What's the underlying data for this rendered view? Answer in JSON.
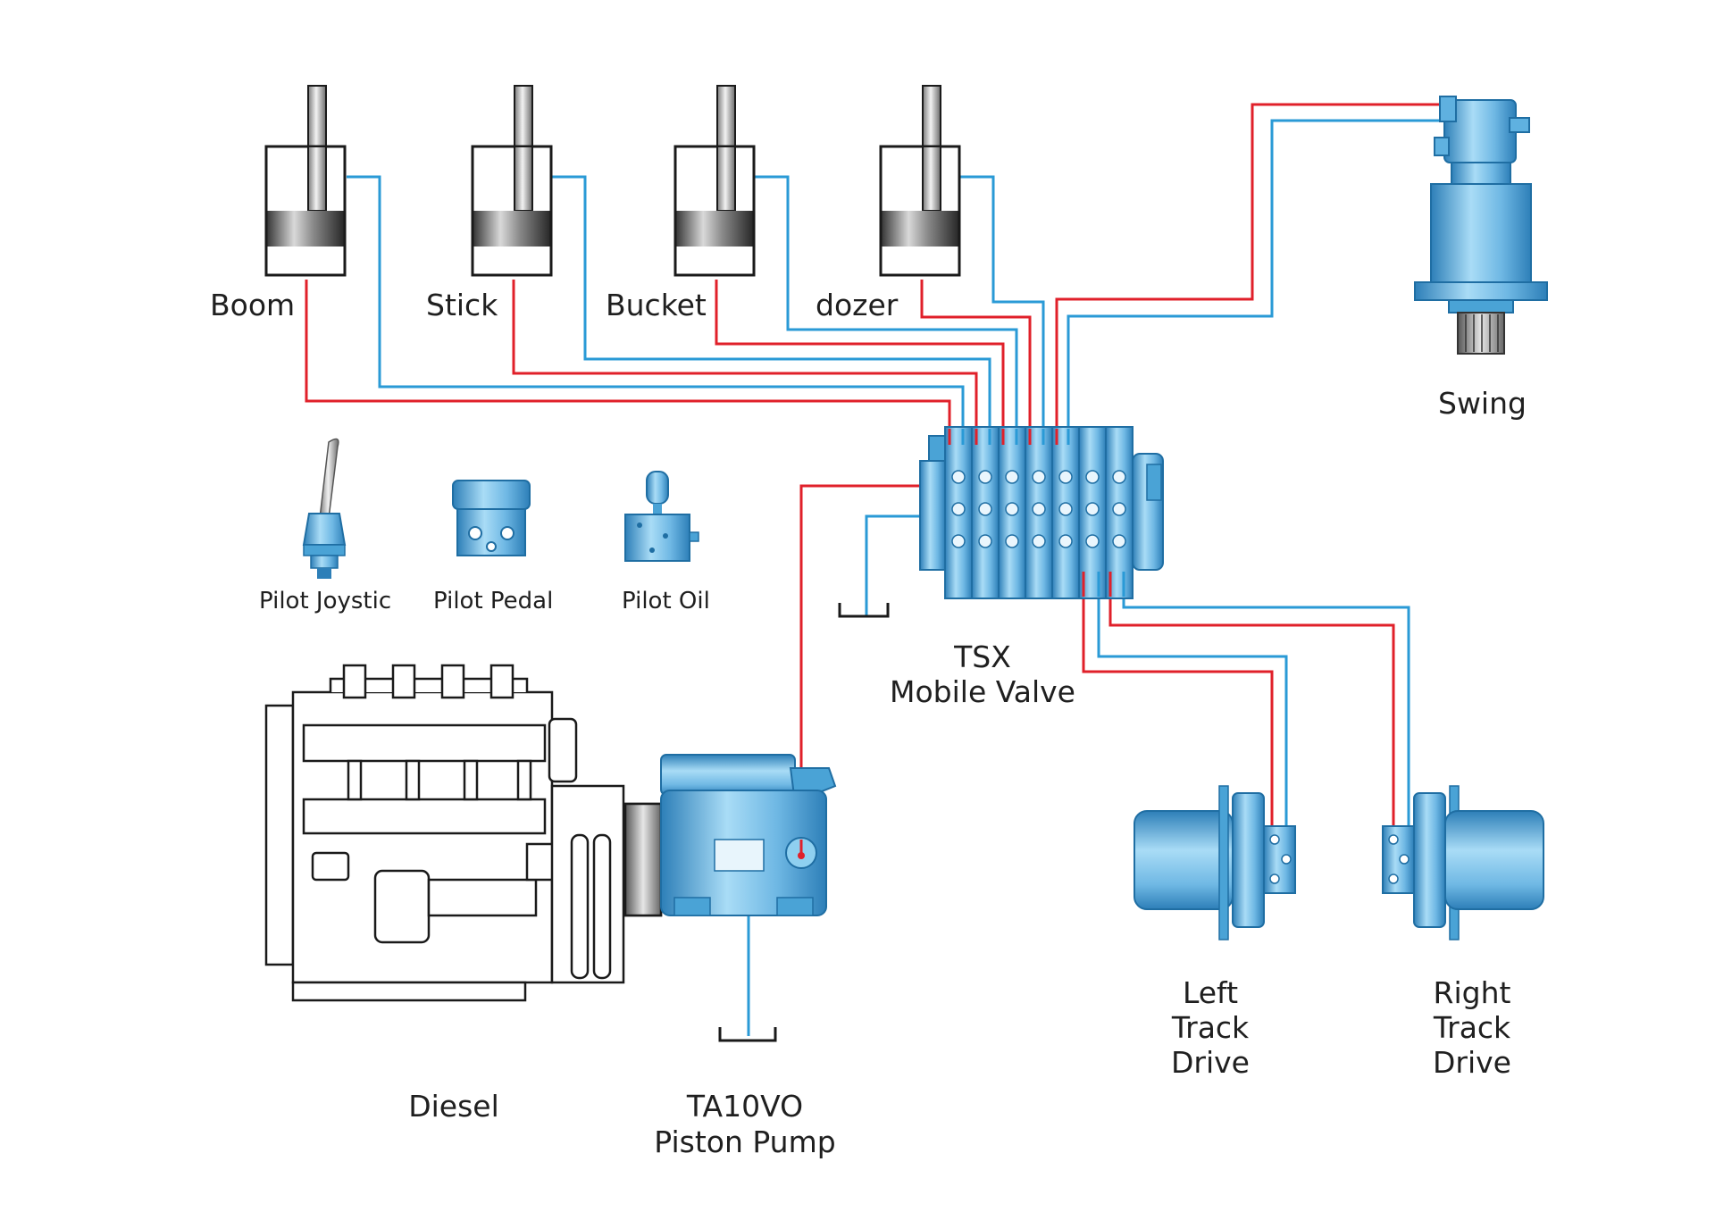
{
  "colors": {
    "pressure_line": "#e0202a",
    "return_line": "#2a9ad6",
    "component_blue": "#7dc2ea",
    "component_dark": "#2d7fb8",
    "outline": "#1a1a1a"
  },
  "cylinders": [
    {
      "label": "Boom"
    },
    {
      "label": "Stick"
    },
    {
      "label": "Bucket"
    },
    {
      "label": "dozer"
    }
  ],
  "swing": {
    "label": "Swing",
    "icon": "swing-motor-icon"
  },
  "pilot": {
    "joystick_label": "Pilot Joystic",
    "pedal_label": "Pilot Pedal",
    "oil_label": "Pilot Oil"
  },
  "valve": {
    "line1": "TSX",
    "line2": "Mobile Valve"
  },
  "diesel": {
    "label": "Diesel"
  },
  "pump": {
    "line1": "TA10VO",
    "line2": "Piston Pump"
  },
  "left_track": {
    "line1": "Left",
    "line2": "Track",
    "line3": "Drive"
  },
  "right_track": {
    "line1": "Right",
    "line2": "Track",
    "line3": "Drive"
  }
}
